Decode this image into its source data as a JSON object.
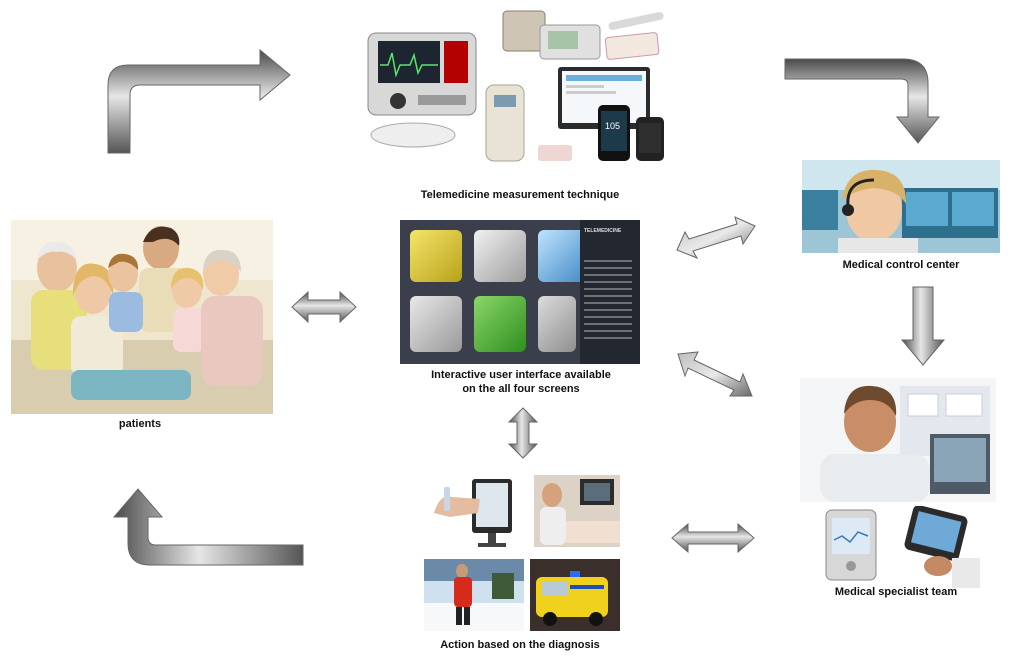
{
  "nodes": {
    "measurement": {
      "label": "Telemedicine measurement technique",
      "icon": "medical-devices-icon"
    },
    "control_center": {
      "label": "Medical control center",
      "icon": "call-center-operator-icon"
    },
    "interface": {
      "label_line1": "Interactive user interface available",
      "label_line2": "on the all four screens",
      "icon": "dashboard-tiles-icon"
    },
    "patients": {
      "label": "patients",
      "icon": "family-photo-icon"
    },
    "specialist": {
      "label": "Medical specialist team",
      "icon": "doctor-at-computer-icon"
    },
    "action": {
      "label": "Action based on the diagnosis",
      "icon": "emergency-response-icon"
    }
  },
  "colors": {
    "arrow_light": "#d4d4d4",
    "arrow_dark": "#5a5a5a",
    "ui_background": "#3a3f4b"
  },
  "interface_panel_text": "TELEMEDICINE"
}
